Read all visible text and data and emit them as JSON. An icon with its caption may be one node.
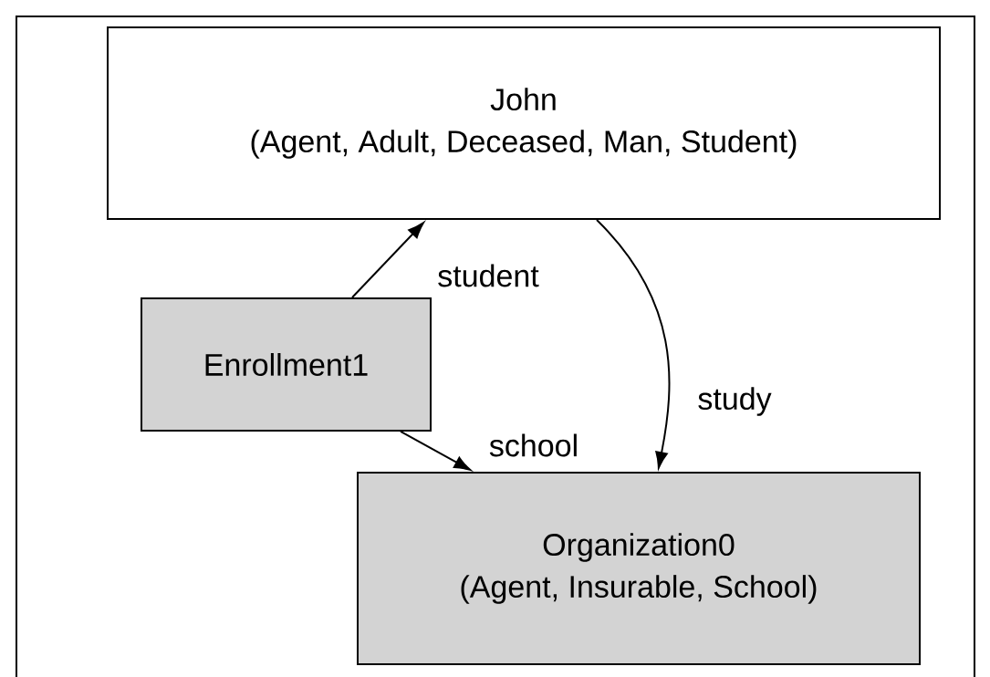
{
  "diagram": {
    "nodes": [
      {
        "text": [
          "John",
          "(Agent, Adult, Deceased, Man, Student)"
        ]
      },
      {
        "text": [
          "Enrollment1"
        ]
      },
      {
        "text": [
          "Organization0",
          "(Agent, Insurable, School)"
        ]
      }
    ],
    "edges": [
      {
        "from": 1,
        "to": 0,
        "arrow": "to",
        "label": "student"
      },
      {
        "from": 1,
        "to": 2,
        "arrow": "to",
        "label": "school"
      },
      {
        "from": 0,
        "to": 2,
        "arrow": "to",
        "label": "study"
      }
    ]
  }
}
